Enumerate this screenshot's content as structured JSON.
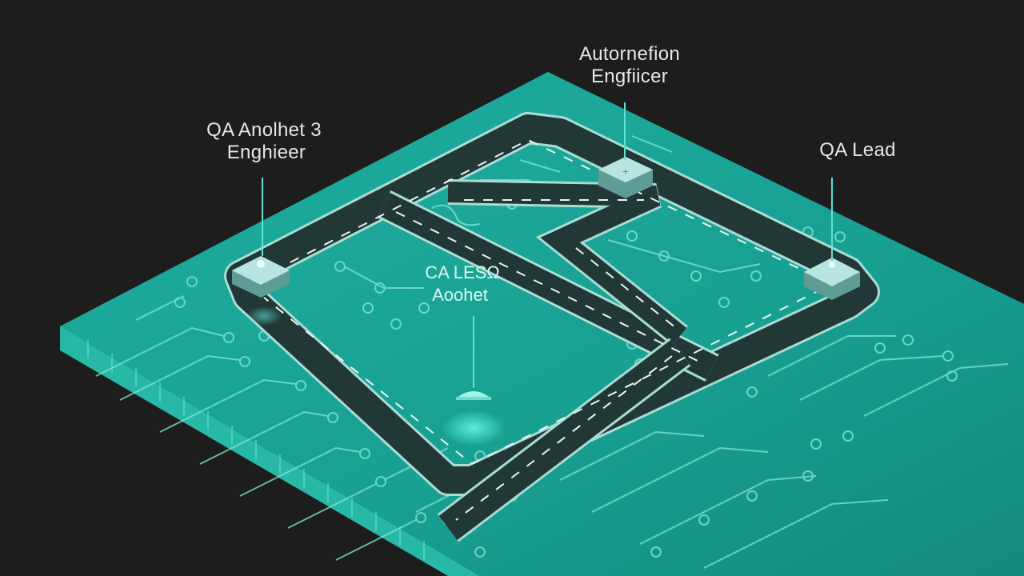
{
  "labels": {
    "automation_line1": "Autornefion",
    "automation_line2": "Engfiicer",
    "qa_analyst_line1": "QA Anolhet 3",
    "qa_analyst_line2": "Enghieer",
    "qa_lead": "QA Lead",
    "center_line1": "CA LESΩ",
    "center_line2": "Aoohet"
  },
  "colors": {
    "background": "#1d1d1d",
    "board_top": "#1aa596",
    "board_top_light": "#22b5a4",
    "board_side_left": "#2bc4b1",
    "board_side_right": "#0f7a6e",
    "road": "#223837",
    "road_edge": "#a9dcd3",
    "trace": "#7fe7d8",
    "node_box": "#9fd7cf",
    "node_box_dark": "#5e9c95",
    "glow": "#36e6d0",
    "text": "#e6e6e6"
  },
  "icons": {
    "node": "milestone-node-icon",
    "circuit": "circuit-trace-icon"
  }
}
